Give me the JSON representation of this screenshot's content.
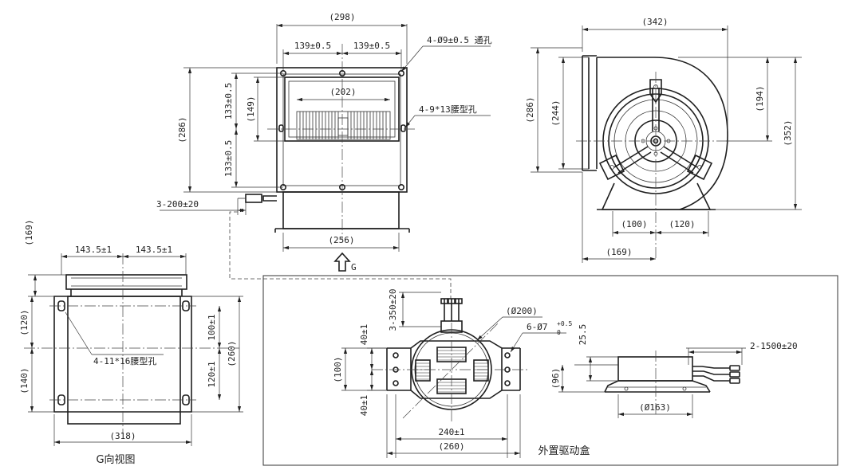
{
  "front_view": {
    "overall_width": "(298)",
    "half_width_left": "139±0.5",
    "half_width_right": "139±0.5",
    "through_holes": "4-Ø9±0.5 通孔",
    "slot_holes": "4-9*13腰型孔",
    "outlet_width": "(202)",
    "overall_height": "(286)",
    "half_height_top": "133±0.5",
    "half_height_bottom": "133±0.5",
    "outlet_height": "(149)",
    "cable": "3-200±20",
    "base_width": "(256)",
    "view_arrow": "G"
  },
  "side_view": {
    "overall_width": "(342)",
    "height_left": "(286)",
    "height_inner": "(244)",
    "height_top": "(194)",
    "overall_height": "(352)",
    "base_left": "(100)",
    "base_right": "(120)",
    "offset": "(169)"
  },
  "g_view": {
    "top_offset": "(169)",
    "half_width_left": "143.5±1",
    "half_width_right": "143.5±1",
    "height_top": "(120)",
    "height_bottom": "(140)",
    "hole_top": "100±1",
    "hole_bottom": "120±1",
    "overall_height": "(260)",
    "slot_holes": "4-11*16腰型孔",
    "overall_width": "(318)",
    "caption": "G向视图"
  },
  "driver_box": {
    "cable_top": "3-350±20",
    "diameter": "(Ø200)",
    "holes": "6-Ø7",
    "hole_tol_upper": "+0.5",
    "hole_tol_lower": "0",
    "spacing_top": "40±1",
    "spacing_bottom": "40±1",
    "height": "(100)",
    "width_tol": "240±1",
    "width": "(260)",
    "side_height": "25.5",
    "side_total": "(96)",
    "side_cable": "2-1500±20",
    "side_diameter": "(Ø163)",
    "caption": "外置驱动盒"
  }
}
